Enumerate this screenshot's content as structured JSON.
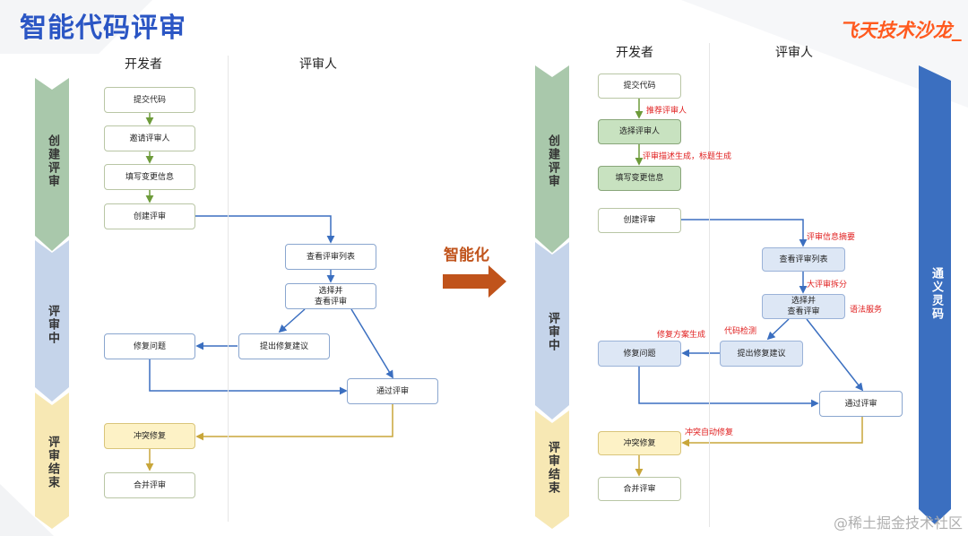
{
  "header": {
    "title": "智能代码评审",
    "brand": "飞天技术沙龙_"
  },
  "left": {
    "lanes": {
      "dev": "开发者",
      "reviewer": "评审人"
    },
    "phases": [
      "创建评审",
      "评审中",
      "评审结束"
    ],
    "boxes": {
      "submit": "提交代码",
      "invite": "邀请评审人",
      "fill": "填写变更信息",
      "create": "创建评审",
      "view_list": "查看评审列表",
      "select": "选择并\n查看评审",
      "fix": "修复问题",
      "suggest": "提出修复建议",
      "pass": "通过评审",
      "conflict": "冲突修复",
      "merge": "合并评审"
    }
  },
  "middle_label": "智能化",
  "right": {
    "lanes": {
      "dev": "开发者",
      "reviewer": "评审人"
    },
    "phases": [
      "创建评审",
      "评审中",
      "评审结束"
    ],
    "side_label": "通义灵码",
    "boxes": {
      "submit": "提交代码",
      "select_reviewer": "选择评审人",
      "fill": "填写变更信息",
      "create": "创建评审",
      "view_list": "查看评审列表",
      "select": "选择并\n查看评审",
      "fix": "修复问题",
      "suggest": "提出修复建议",
      "pass": "通过评审",
      "conflict": "冲突修复",
      "merge": "合并评审"
    },
    "annotations": {
      "recommend": "推荐评审人",
      "desc": "评审描述生成，标题生成",
      "summary": "评审信息摘要",
      "split": "大评审拆分",
      "syntax": "语法服务",
      "detect": "代码检测",
      "fix_gen": "修复方案生成",
      "auto_fix": "冲突自动修复"
    }
  },
  "watermark": "@稀土掘金技术社区",
  "colors": {
    "title": "#2b56c4",
    "brand": "#ff5a1f",
    "green_phase": "#a9c8ab",
    "blue_phase": "#c5d4ea",
    "yellow_phase": "#f7e8b4",
    "arrow_blue": "#3b6fc0",
    "arrow_gold": "#c8a63a",
    "arrow_green": "#6d9b3a",
    "annotation": "#e01d1d",
    "side_bar": "#3b6fc0"
  }
}
